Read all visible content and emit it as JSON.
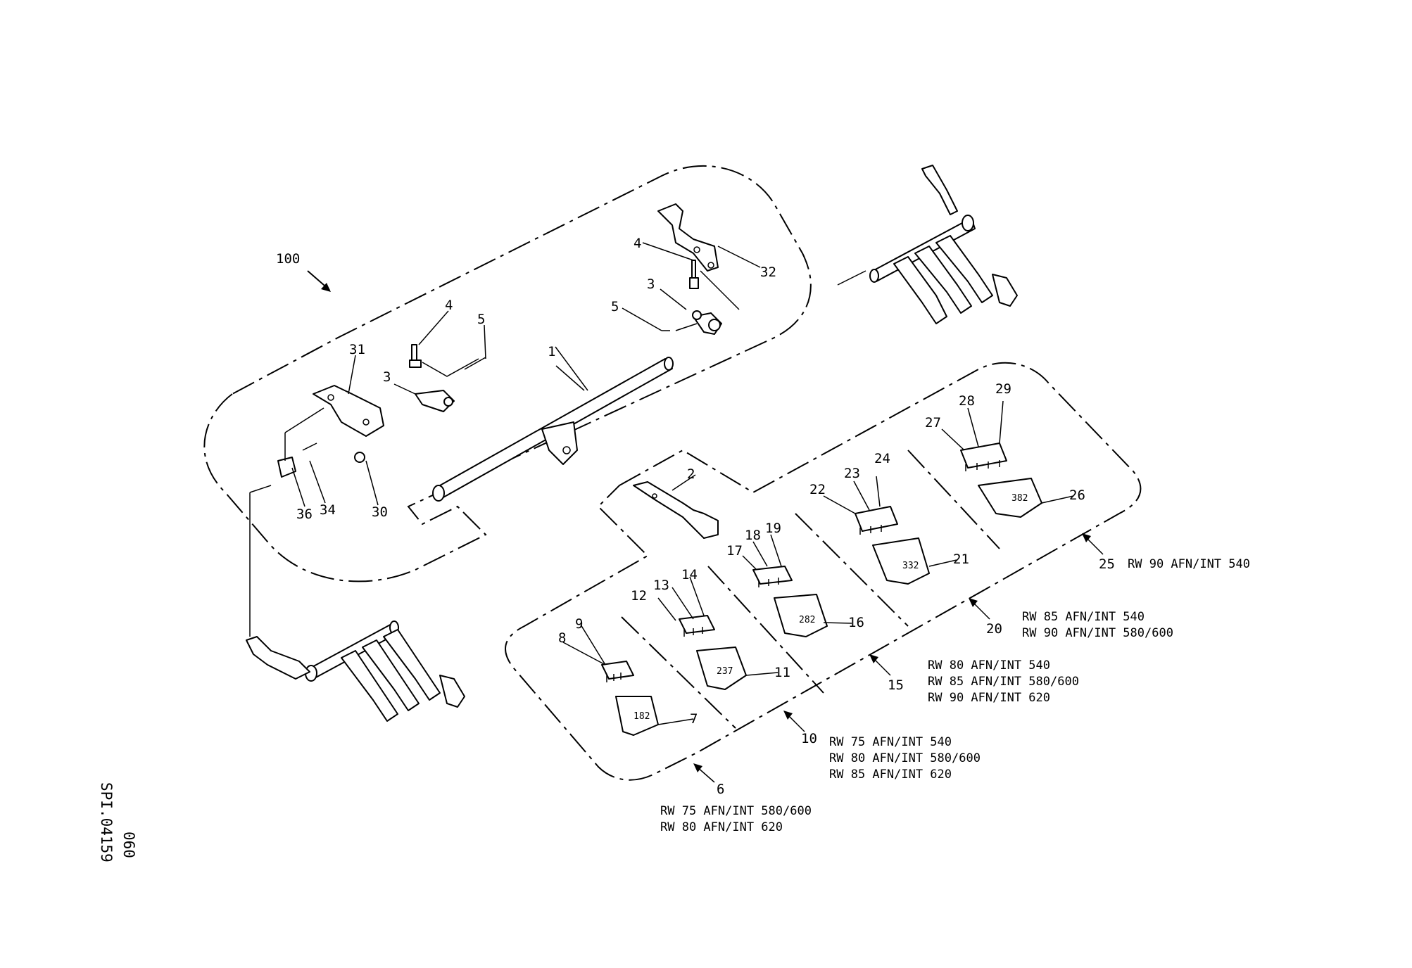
{
  "drawing": {
    "ref_top": "SPI.04159",
    "ref_bottom": "060",
    "assembly_callout": "100"
  },
  "callouts": [
    "1",
    "2",
    "3",
    "3",
    "4",
    "4",
    "5",
    "5",
    "6",
    "7",
    "8",
    "9",
    "10",
    "11",
    "12",
    "13",
    "14",
    "15",
    "16",
    "17",
    "18",
    "19",
    "20",
    "21",
    "22",
    "23",
    "24",
    "25",
    "26",
    "27",
    "28",
    "29",
    "30",
    "31",
    "32",
    "34",
    "36"
  ],
  "plates": [
    "182",
    "237",
    "282",
    "332",
    "382"
  ],
  "notes": {
    "n6": [
      "RW 75 AFN/INT 580/600",
      "RW 80 AFN/INT 620"
    ],
    "n10": [
      "RW 75 AFN/INT 540",
      "RW 80 AFN/INT 580/600",
      "RW 85 AFN/INT 620"
    ],
    "n15": [
      "RW 80 AFN/INT 540",
      "RW 85 AFN/INT 580/600",
      "RW 90 AFN/INT 620"
    ],
    "n20": [
      "RW 85 AFN/INT 540",
      "RW 90 AFN/INT 580/600"
    ],
    "n25": [
      "RW 90 AFN/INT 540"
    ]
  }
}
